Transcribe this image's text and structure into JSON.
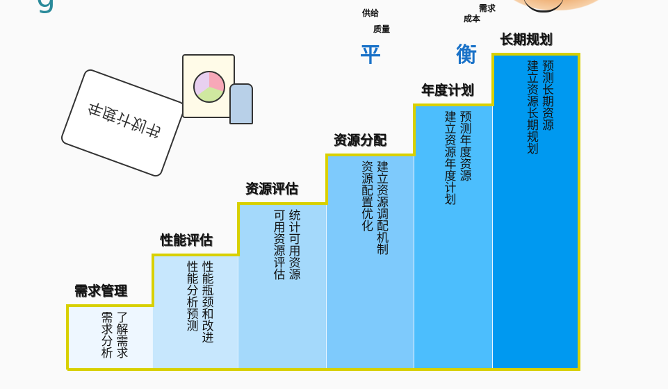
{
  "corner_letter": "g",
  "balance": {
    "left": "平",
    "right": "衡",
    "terms": [
      "供给",
      "质量",
      "成本",
      "需求"
    ]
  },
  "scroll_text": "年度计划书",
  "steps": [
    {
      "title": "需求管理",
      "lines": [
        "需求分析",
        "了解需求"
      ],
      "color": "#eef7ff"
    },
    {
      "title": "性能评估",
      "lines": [
        "性能分析预测",
        "性能瓶颈和改进"
      ],
      "color": "#c7e7fd"
    },
    {
      "title": "资源评估",
      "lines": [
        "可用资源评估",
        "统计可用资源"
      ],
      "color": "#a4d9fb"
    },
    {
      "title": "资源分配",
      "lines": [
        "资源配置优化",
        "建立资源调配机制"
      ],
      "color": "#7ecafc"
    },
    {
      "title": "年度计划",
      "lines": [
        "建立资源年度计划",
        "预测年度资源"
      ],
      "color": "#4cbefd"
    },
    {
      "title": "长期规划",
      "lines": [
        "建立资源长期规划",
        "预测长期资源"
      ],
      "color": "#0099f0"
    }
  ],
  "outline_color": "#d8d000"
}
